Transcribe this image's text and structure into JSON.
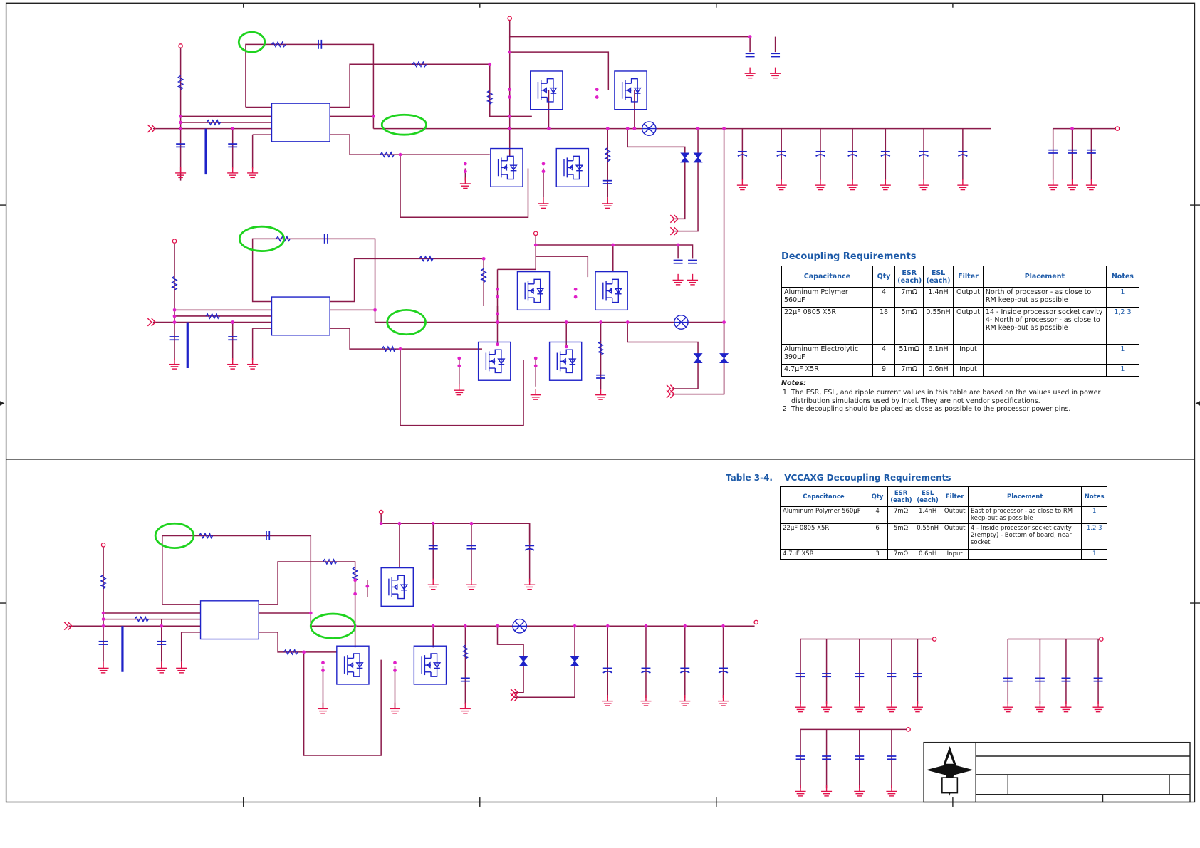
{
  "table1": {
    "title": "Decoupling Requirements",
    "headers": [
      "Capacitance",
      "Qty",
      "ESR (each)",
      "ESL (each)",
      "Filter",
      "Placement",
      "Notes"
    ],
    "rows": [
      {
        "capacitance": "Aluminum Polymer 560µF",
        "qty": "4",
        "esr": "7mΩ",
        "esl": "1.4nH",
        "filter": "Output",
        "placement": "North of processor - as close to RM keep-out as possible",
        "placement2": "",
        "notes": "1"
      },
      {
        "capacitance": "22µF 0805 X5R",
        "qty": "18",
        "esr": "5mΩ",
        "esl": "0.55nH",
        "filter": "Output",
        "placement": "14 - Inside processor socket cavity",
        "placement2": "4- North of processor - as close to RM keep-out as possible",
        "notes": "1,2 3"
      },
      {
        "capacitance": "Aluminum Electrolytic 390µF",
        "qty": "4",
        "esr": "51mΩ",
        "esl": "6.1nH",
        "filter": "Input",
        "placement": "",
        "placement2": "",
        "notes": "1"
      },
      {
        "capacitance": "4.7µF X5R",
        "qty": "9",
        "esr": "7mΩ",
        "esl": "0.6nH",
        "filter": "Input",
        "placement": "",
        "placement2": "",
        "notes": "1"
      }
    ],
    "notes_label": "Notes:",
    "notes": [
      "The ESR, ESL, and ripple current values in this table are based on the values used in power distribution simulations used by Intel. They are not vendor specifications.",
      "The decoupling should be placed as close as possible to the processor power pins."
    ]
  },
  "table2": {
    "label": "Table 3-4.",
    "title": "VCCAXG Decoupling Requirements",
    "headers": [
      "Capacitance",
      "Qty",
      "ESR (each)",
      "ESL (each)",
      "Filter",
      "Placement",
      "Notes"
    ],
    "rows": [
      {
        "capacitance": "Aluminum Polymer 560µF",
        "qty": "4",
        "esr": "7mΩ",
        "esl": "1.4nH",
        "filter": "Output",
        "placement": "East of processor - as close to RM keep-out as possible",
        "placement2": "",
        "notes": "1"
      },
      {
        "capacitance": "22µF 0805 X5R",
        "qty": "6",
        "esr": "5mΩ",
        "esl": "0.55nH",
        "filter": "Output",
        "placement": "4 - Inside processor socket cavity",
        "placement2": "2(empty) - Bottom of board, near socket",
        "notes": "1,2 3"
      },
      {
        "capacitance": "4.7µF X5R",
        "qty": "3",
        "esr": "7mΩ",
        "esl": "0.6nH",
        "filter": "Input",
        "placement": "",
        "placement2": "",
        "notes": "1"
      }
    ]
  }
}
